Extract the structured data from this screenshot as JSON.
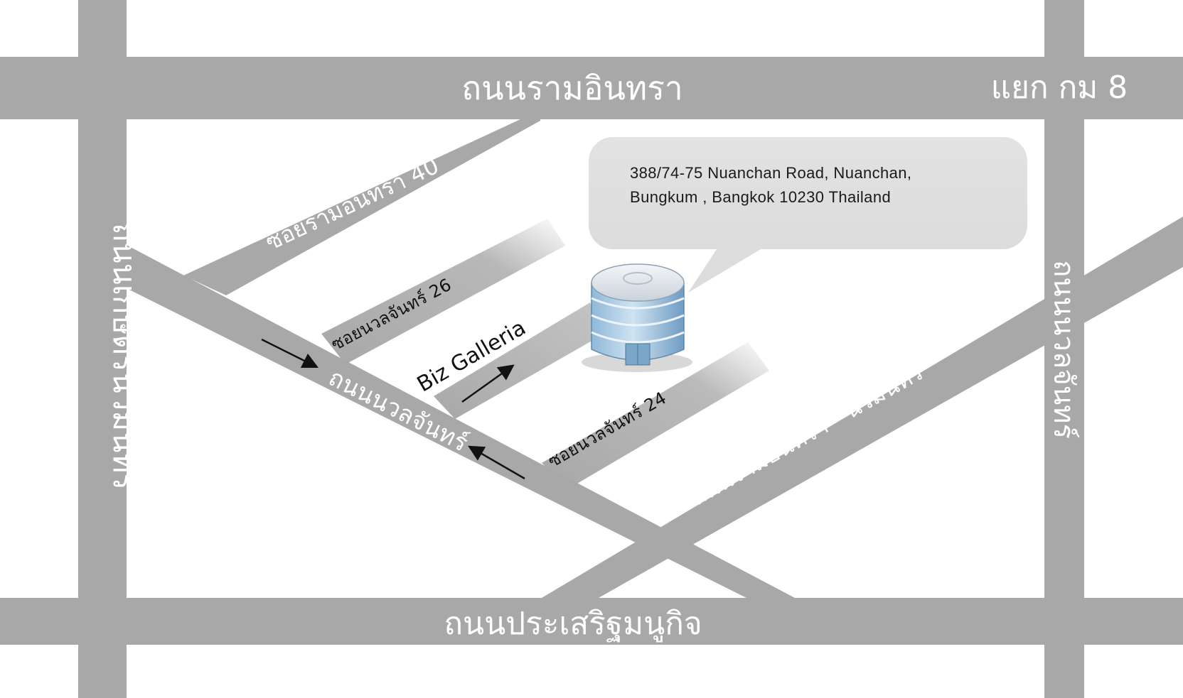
{
  "map": {
    "roads": {
      "top_road": "ถนนรามอินทรา",
      "top_junction": "แยก กม 8",
      "bottom_road": "ถนนประเสริฐมนูกิจ",
      "left_road": "ถนนเกษตรนวมินทร์",
      "right_road": "ถนนนวลจันทร์",
      "diagonal_main": "ถนนนวลจันทร์",
      "diagonal_right": "ถนนรามอินทรา - นวมินทร์",
      "soi_40": "ซอยรามอินทรา 40",
      "soi_26": "ซอยนวลจันทร์ 26",
      "soi_24": "ซอยนวลจันทร์ 24",
      "biz_galleria": "Biz Galleria"
    },
    "address": {
      "line1": "388/74-75 Nuanchan Road, Nuanchan,",
      "line2": "Bungkum , Bangkok 10230 Thailand"
    },
    "colors": {
      "road": "#a8a8a8",
      "background": "#ffffff",
      "bubble": "#dedede"
    },
    "icons": {
      "building": "office-building-icon",
      "arrows": "direction-arrow-icon"
    }
  }
}
